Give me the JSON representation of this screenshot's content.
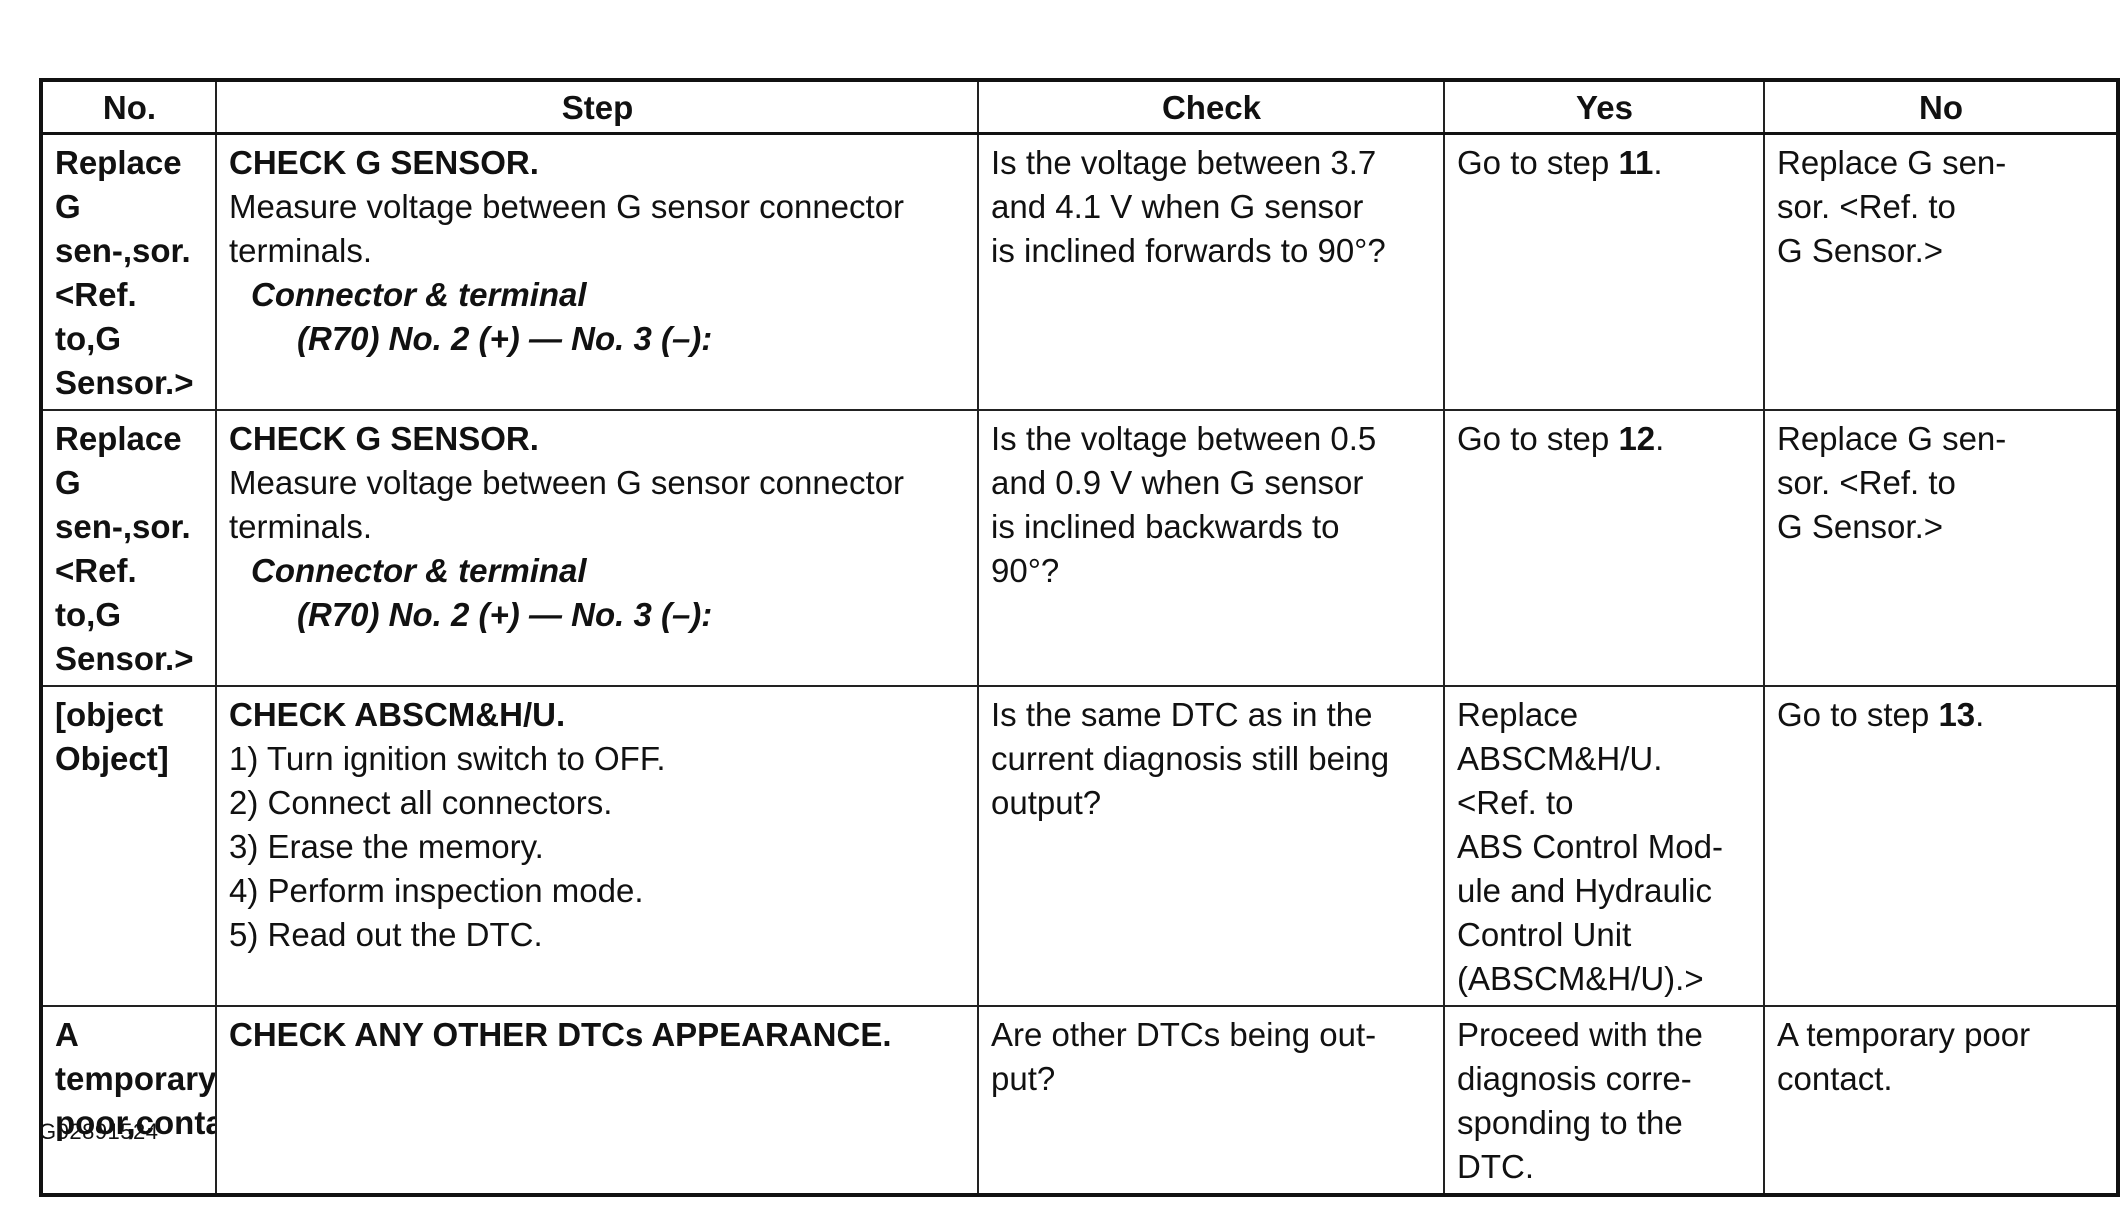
{
  "table": {
    "headers": {
      "no": "No.",
      "step": "Step",
      "check": "Check",
      "yes": "Yes",
      "no_col": "No"
    },
    "rows": [
      {
        "no": [
          "Replace G sen-",
          "sor. <Ref. to",
          "G Sensor.>"
        ],
        "step": {
          "title": "CHECK G SENSOR.",
          "lines": [
            "Measure voltage between G sensor connector",
            "terminals."
          ],
          "connector_label": "Connector & terminal",
          "connector_terms": "(R70) No. 2 (+) — No. 3 (–):"
        },
        "check": [
          "Is the voltage between 3.7",
          "and 4.1 V when G sensor",
          "is inclined forwards to 90°?"
        ],
        "yes": {
          "prefix": "Go to step ",
          "step": "11",
          "suffix": "."
        }
      },
      {
        "no": [
          "Replace G sen-",
          "sor. <Ref. to",
          "G Sensor.>"
        ],
        "step": {
          "title": "CHECK G SENSOR.",
          "lines": [
            "Measure voltage between G sensor connector",
            "terminals."
          ],
          "connector_label": "Connector & terminal",
          "connector_terms": "(R70) No. 2 (+) — No. 3 (–):"
        },
        "check": [
          "Is the voltage between 0.5",
          "and 0.9 V when G sensor",
          "is inclined backwards to",
          "90°?"
        ],
        "yes": {
          "prefix": "Go to step ",
          "step": "12",
          "suffix": "."
        }
      },
      {
        "no": {
          "prefix": "Go to step ",
          "step": "13",
          "suffix": "."
        },
        "step": {
          "title": "CHECK ABSCM&H/U.",
          "lines": [
            "1) Turn ignition switch to OFF.",
            "2) Connect all connectors.",
            "3) Erase the memory.",
            "4) Perform inspection mode.",
            "5) Read out the DTC."
          ]
        },
        "check": [
          "Is the same DTC as in the",
          "current diagnosis still being",
          "output?"
        ],
        "yes": [
          "Replace",
          "ABSCM&H/U.",
          "<Ref. to",
          "ABS Control Mod-",
          "ule and Hydraulic",
          "Control Unit",
          "(ABSCM&H/U).>"
        ]
      },
      {
        "no": [
          "A temporary poor",
          "contact."
        ],
        "step": {
          "title": "CHECK ANY OTHER DTCs APPEARANCE.",
          "lines": []
        },
        "check": [
          "Are other DTCs being out-",
          "put?"
        ],
        "yes": [
          "Proceed with the",
          "diagnosis corre-",
          "sponding to the",
          "DTC."
        ]
      }
    ]
  },
  "figure_id": "G02891524"
}
